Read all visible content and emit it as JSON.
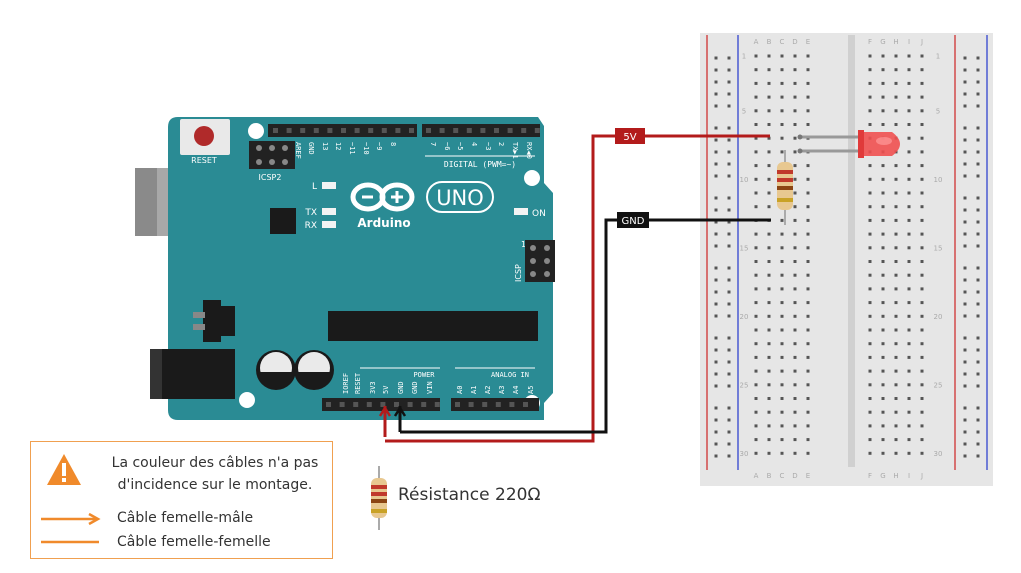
{
  "arduino": {
    "brand": "Arduino",
    "model": "UNO",
    "reset_label": "RESET",
    "icsp2_label": "ICSP2",
    "icsp_label": "ICSP",
    "led_l_label": "L",
    "tx_label": "TX",
    "rx_label": "RX",
    "on_label": "ON",
    "digital_label": "DIGITAL (PWM=~)",
    "power_label": "POWER",
    "analog_label": "ANALOG IN",
    "icsp_pin1": "1",
    "digital_pins": [
      "AREF",
      "GND",
      "13",
      "12",
      "~11",
      "~10",
      "~9",
      "8",
      "7",
      "~6",
      "~5",
      "4",
      "~3",
      "2",
      "TX▶1",
      "RX◀0"
    ],
    "power_pins": [
      "IOREF",
      "RESET",
      "3V3",
      "5V",
      "GND",
      "GND",
      "VIN"
    ],
    "analog_pins": [
      "A0",
      "A1",
      "A2",
      "A3",
      "A4",
      "A5"
    ],
    "colors": {
      "board": "#2a8b94",
      "board_dark": "#1f6f77",
      "header": "#222222"
    }
  },
  "wires": {
    "vcc_label": "5V",
    "gnd_label": "GND",
    "colors": {
      "vcc": "#b31b1b",
      "gnd": "#111111"
    }
  },
  "breadboard": {
    "columns_left": [
      "A",
      "B",
      "C",
      "D",
      "E"
    ],
    "columns_right": [
      "F",
      "G",
      "H",
      "I",
      "J"
    ],
    "row_numbers": [
      "1",
      "5",
      "10",
      "15",
      "20",
      "25",
      "30"
    ],
    "colors": {
      "body": "#e6e6e6",
      "rail_red": "#d24a4a",
      "rail_blue": "#4a5ad2",
      "hole": "#555555"
    }
  },
  "legend": {
    "warning_text": "La couleur des câbles n'a pas d'incidence sur le montage.",
    "arrow_label": "Câble femelle-mâle",
    "line_label": "Câble femelle-femelle",
    "color": "#f08a2b"
  },
  "resistor": {
    "caption": "Résistance 220Ω"
  }
}
